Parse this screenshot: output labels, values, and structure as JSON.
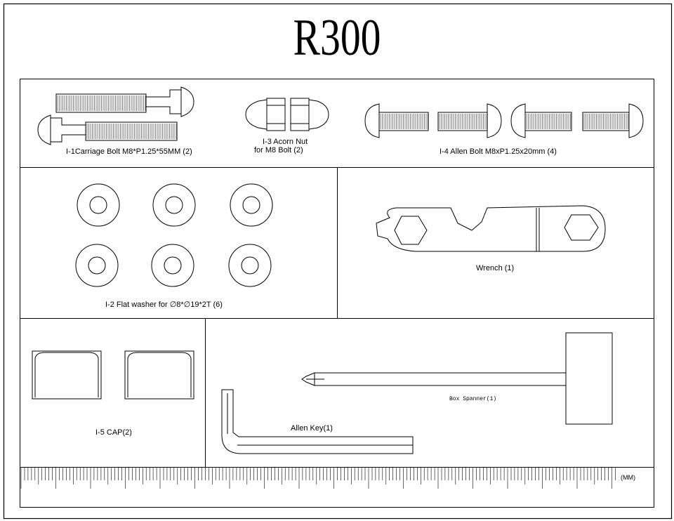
{
  "title": "R300",
  "parts": {
    "carriage_bolt": "I-1Carriage Bolt  M8*P1.25*55MM (2)",
    "acorn_nut_line1": "I-3 Acorn Nut",
    "acorn_nut_line2": "for M8 Bolt (2)",
    "allen_bolt": "I-4  Allen Bolt M8xP1.25x20mm  (4)",
    "flat_washer": "I-2  Flat washer for ∅8*∅19*2T (6)",
    "wrench": "Wrench  (1)",
    "cap": "I-5 CAP(2)",
    "allen_key": "Allen Key(1)",
    "box_spanner": "Box Spanner(1)"
  },
  "ruler": {
    "unit": "(MM)"
  }
}
